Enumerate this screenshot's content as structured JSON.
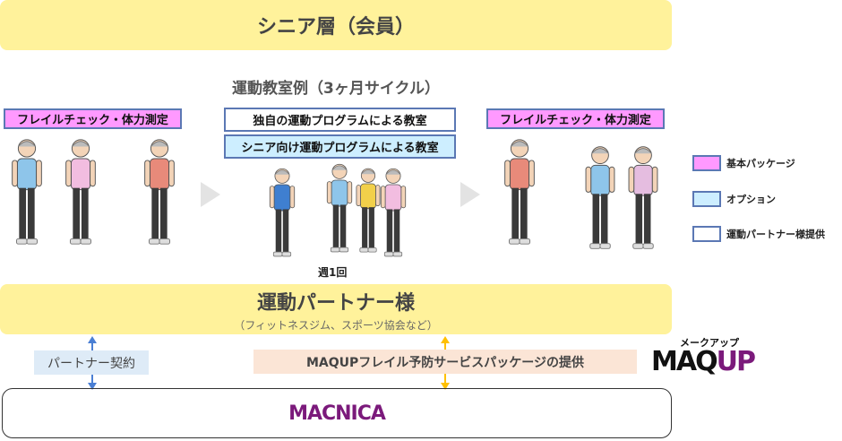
{
  "top_banner": {
    "title": "シニア層（会員）"
  },
  "class_example": {
    "title": "運動教室例（3ヶ月サイクル）",
    "frequency": "週1回"
  },
  "boxes": {
    "frail_check_left": "フレイルチェック・体力測定",
    "frail_check_right": "フレイルチェック・体力測定",
    "original_program": "独自の運動プログラムによる教室",
    "senior_program": "シニア向け運動プログラムによる教室"
  },
  "legend": [
    {
      "label": "基本パッケージ",
      "color": "#ff99ff"
    },
    {
      "label": "オプション",
      "color": "#cdeeff"
    },
    {
      "label": "運動パートナー様提供",
      "color": "#ffffff"
    }
  ],
  "partner_banner": {
    "title": "運動パートナー様",
    "subtitle": "（フィットネスジム、スポーツ協会など）"
  },
  "links": {
    "partner_contract": "パートナー契約",
    "maqup_service": "MAQUPフレイル予防サービスパッケージの提供"
  },
  "maqup_logo": {
    "kana": "メークアップ",
    "text": "MAQUP"
  },
  "macnica": {
    "logo": "MACNICA"
  },
  "colors": {
    "yellow": "#fff29b",
    "purple": "#7b1a7b",
    "arrow_blue": "#4a7fd4",
    "arrow_yellow": "#ffc000"
  }
}
